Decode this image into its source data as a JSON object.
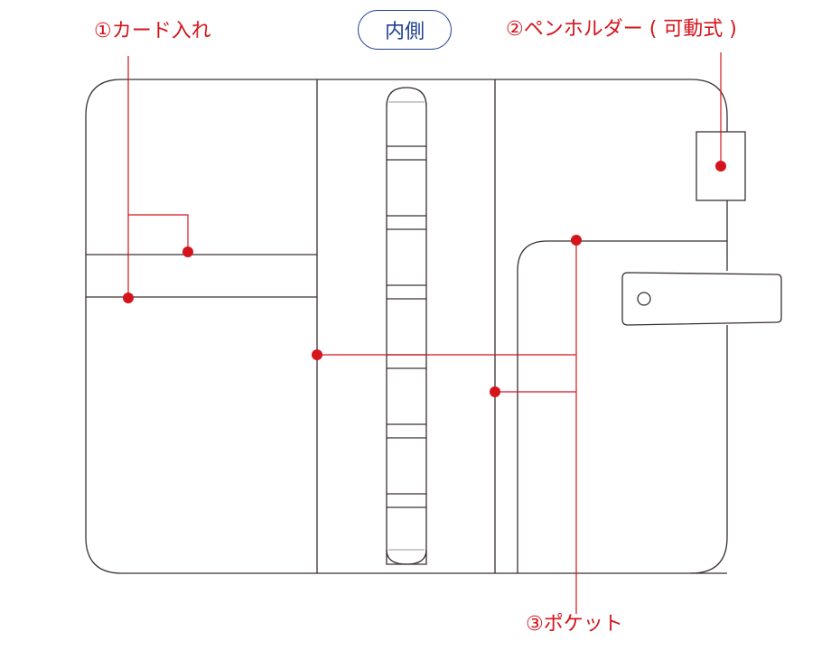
{
  "title": "内側",
  "labels": {
    "card": "①カード入れ",
    "pen": "②ペンホルダー ( 可動式 )",
    "pocket": "③ポケット"
  },
  "colors": {
    "accent": "#d4151c",
    "title": "#1f3f8f",
    "outline": "#3a3030"
  }
}
